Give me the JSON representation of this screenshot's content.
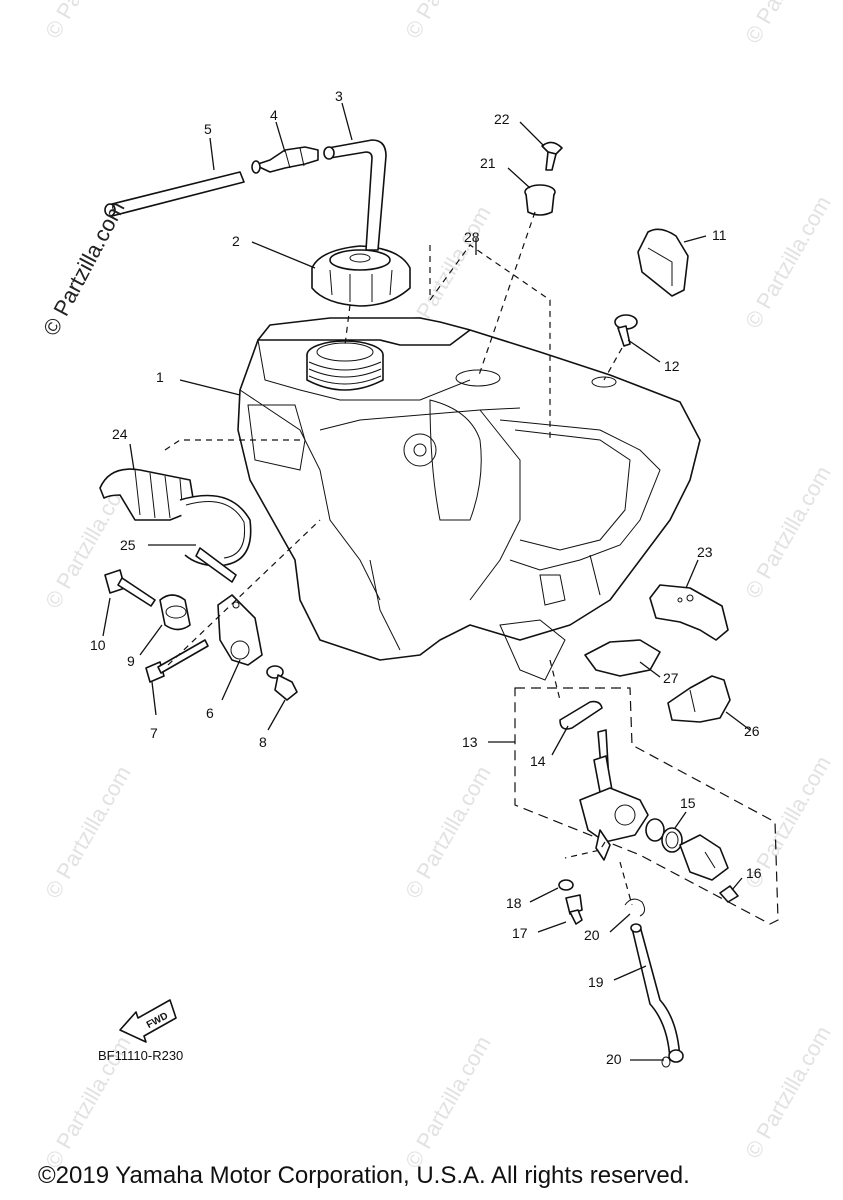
{
  "watermark": "© Partzilla.com",
  "diagram_code": "BF11110-R230",
  "fwd_label": "FWD",
  "copyright": "©2019 Yamaha Motor Corporation, U.S.A. All rights reserved.",
  "labels": {
    "p1": "1",
    "p2": "2",
    "p3": "3",
    "p4": "4",
    "p5": "5",
    "p6": "6",
    "p7": "7",
    "p8": "8",
    "p9": "9",
    "p10": "10",
    "p11": "11",
    "p12": "12",
    "p13": "13",
    "p14": "14",
    "p15": "15",
    "p16": "16",
    "p17": "17",
    "p18": "18",
    "p19": "19",
    "p20a": "20",
    "p20b": "20",
    "p21": "21",
    "p22": "22",
    "p23": "23",
    "p24": "24",
    "p25": "25",
    "p26": "26",
    "p27": "27",
    "p28": "28"
  }
}
